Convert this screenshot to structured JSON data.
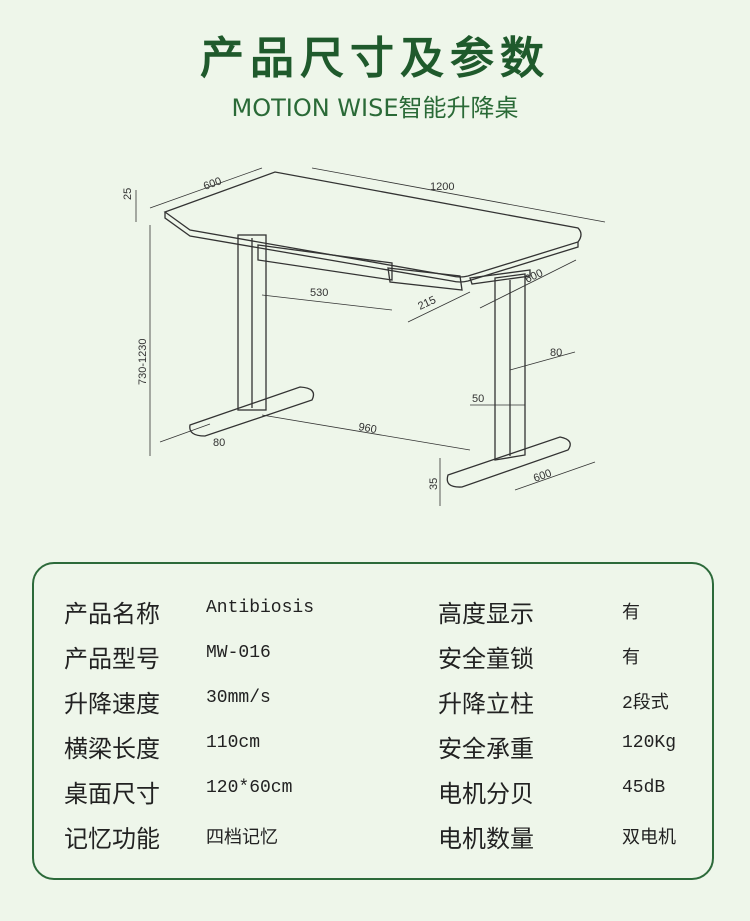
{
  "header": {
    "title": "产品尺寸及参数",
    "subtitle": "MOTION WISE智能升降桌"
  },
  "diagram": {
    "dim_depth_top": "600",
    "dim_width": "1200",
    "dim_thickness": "25",
    "dim_height": "730-1230",
    "dim_beam": "530",
    "dim_panel": "215",
    "dim_column_top": "600",
    "dim_column_outer": "80",
    "dim_column_inner": "50",
    "dim_feet_span": "960",
    "dim_foot_width": "80",
    "dim_foot_height": "35",
    "dim_foot_length": "600"
  },
  "specs": {
    "rows": [
      {
        "label1": "产品名称",
        "value1": "Antibiosis",
        "label2": "高度显示",
        "value2": "有"
      },
      {
        "label1": "产品型号",
        "value1": "MW-016",
        "label2": "安全童锁",
        "value2": "有"
      },
      {
        "label1": "升降速度",
        "value1": "30mm/s",
        "label2": "升降立柱",
        "value2": "2段式"
      },
      {
        "label1": "横梁长度",
        "value1": "110cm",
        "label2": "安全承重",
        "value2": "120Kg"
      },
      {
        "label1": "桌面尺寸",
        "value1": "120*60cm",
        "label2": "电机分贝",
        "value2": "45dB"
      },
      {
        "label1": "记忆功能",
        "value1": "四档记忆",
        "label2": "电机数量",
        "value2": "双电机"
      }
    ]
  }
}
